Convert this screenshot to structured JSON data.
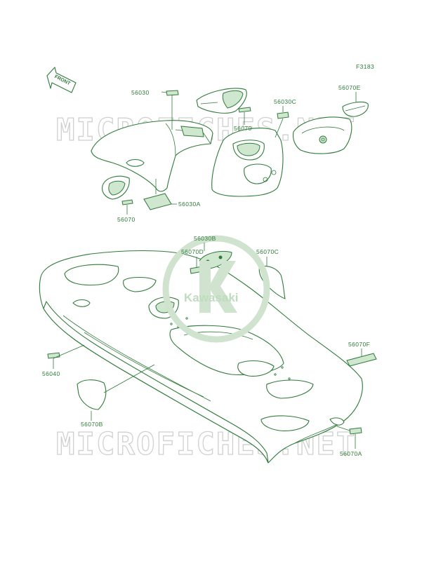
{
  "figure_code": "F3183",
  "direction_label": "FRONT",
  "watermark_text": "MICROFICHES.NET",
  "logo_text": "Kawasaki",
  "callouts": {
    "c56030": "56030",
    "c56070_top": "56070",
    "c56030C": "56030C",
    "c56070E": "56070E",
    "c56070_left": "56070",
    "c56030A": "56030A",
    "c56030B": "56030B",
    "c56070D": "56070D",
    "c56070C": "56070C",
    "c56070F": "56070F",
    "c56040": "56040",
    "c56070B": "56070B",
    "c56070A": "56070A"
  },
  "colors": {
    "ink": "#2f7a3a",
    "watermark": "#d0d0d0",
    "logo": "#cfe3cf"
  }
}
